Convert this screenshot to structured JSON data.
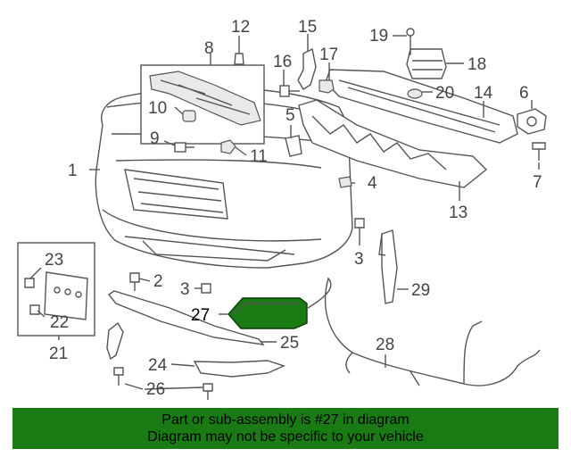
{
  "callouts": [
    "1",
    "2",
    "3",
    "3",
    "4",
    "5",
    "6",
    "7",
    "8",
    "9",
    "10",
    "11",
    "12",
    "13",
    "14",
    "15",
    "16",
    "17",
    "18",
    "19",
    "20",
    "21",
    "22",
    "23",
    "24",
    "25",
    "26",
    "27",
    "28",
    "29"
  ],
  "highlight_color": "#1a7a14",
  "banner": {
    "line1": "Part or sub-assembly is #27 in diagram",
    "line2": "Diagram may not be specific to your vehicle"
  }
}
